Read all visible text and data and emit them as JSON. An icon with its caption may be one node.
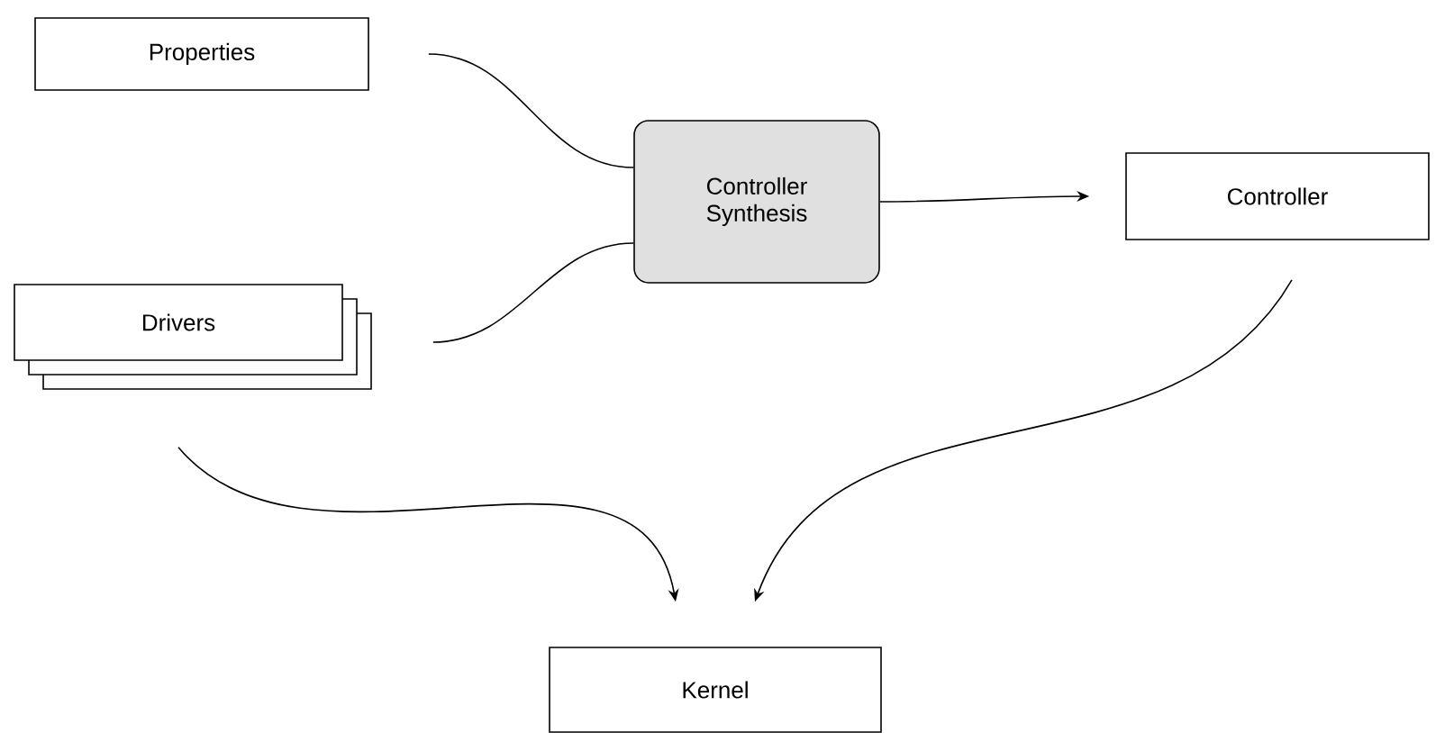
{
  "diagram": {
    "nodes": [
      {
        "text": [
          "Properties"
        ]
      },
      {
        "text": [
          "Drivers"
        ]
      },
      {
        "text": [
          "Controller Synthesis"
        ]
      },
      {
        "text": [
          "Controller"
        ]
      },
      {
        "text": [
          "Kernel"
        ]
      }
    ],
    "edges": [
      {
        "from": 0,
        "to": 2,
        "arrow": "none"
      },
      {
        "from": 1,
        "to": 2,
        "arrow": "none"
      },
      {
        "from": 2,
        "to": 3,
        "arrow": "to"
      },
      {
        "from": 1,
        "to": 4,
        "arrow": "to"
      },
      {
        "from": 3,
        "to": 4,
        "arrow": "to"
      }
    ]
  }
}
